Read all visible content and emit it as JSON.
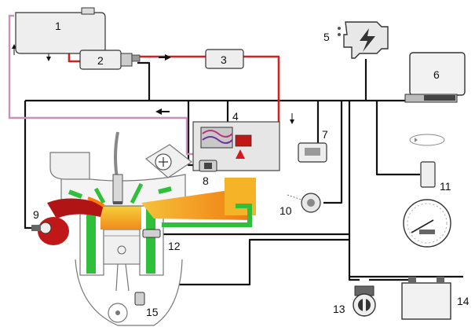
{
  "colors": {
    "background": "#ffffff",
    "wire_black": "#111111",
    "line_red": "#d42020",
    "line_pink": "#c98fbe",
    "component_gray": "#eeeeee",
    "component_edge": "#333333",
    "coolant_green": "#2fbf3a",
    "combustion_orange": "#f08a1a",
    "combustion_yellow": "#f6c23a",
    "engine_red": "#c01818"
  },
  "components": [
    {
      "id": "1",
      "label": "1",
      "icon": "fuel-tank-icon"
    },
    {
      "id": "2",
      "label": "2",
      "icon": "fuel-pump-icon"
    },
    {
      "id": "3",
      "label": "3",
      "icon": "fuel-filter-icon"
    },
    {
      "id": "4",
      "label": "4",
      "icon": "injector-unit-icon"
    },
    {
      "id": "5",
      "label": "5",
      "icon": "engine-warning-icon"
    },
    {
      "id": "6",
      "label": "6",
      "icon": "ecu-icon"
    },
    {
      "id": "7",
      "label": "7",
      "icon": "sensor-icon"
    },
    {
      "id": "8",
      "label": "8",
      "icon": "sensor-icon"
    },
    {
      "id": "9",
      "label": "9",
      "icon": "sensor-icon"
    },
    {
      "id": "10",
      "label": "10",
      "icon": "sensor-icon"
    },
    {
      "id": "11",
      "label": "11",
      "icon": "speed-sensor-icon"
    },
    {
      "id": "12",
      "label": "12",
      "icon": "sensor-icon"
    },
    {
      "id": "13",
      "label": "13",
      "icon": "ignition-switch-icon"
    },
    {
      "id": "14",
      "label": "14",
      "icon": "battery-icon"
    },
    {
      "id": "15",
      "label": "15",
      "icon": "crankshaft-sensor-icon"
    }
  ]
}
